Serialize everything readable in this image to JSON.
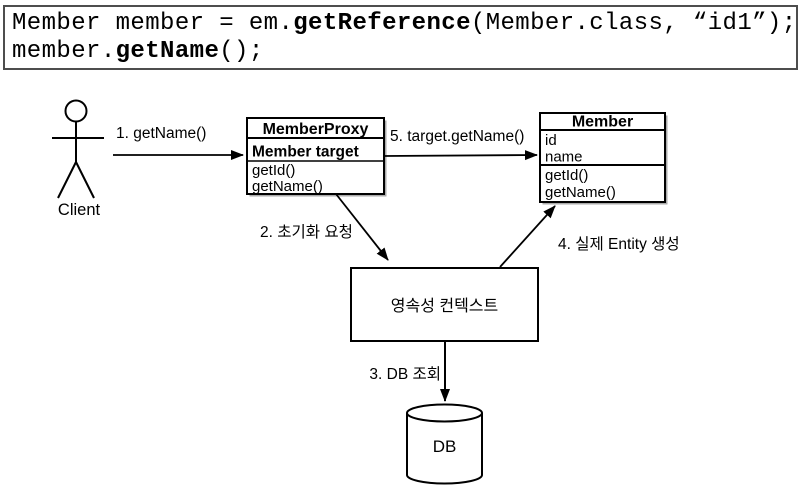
{
  "code": {
    "line1_pre": "Member member = em.",
    "line1_bold": "getReference",
    "line1_post": "(Member.class, “id1”);",
    "line2_pre": "member.",
    "line2_bold": "getName",
    "line2_post": "();"
  },
  "diagram": {
    "actor": {
      "label": "Client"
    },
    "arrows": {
      "step1": "1. getName()",
      "step2": "2. 초기화 요청",
      "step3": "3. DB 조회",
      "step4": "4. 실제 Entity 생성",
      "step5": "5. target.getName()"
    },
    "member_proxy": {
      "title": "MemberProxy",
      "field": "Member target",
      "methods": [
        "getId()",
        "getName()"
      ]
    },
    "member": {
      "title": "Member",
      "attributes": [
        "id",
        "name"
      ],
      "methods": [
        "getId()",
        "getName()"
      ]
    },
    "persistence_context": {
      "label": "영속성 컨텍스트"
    },
    "db": {
      "label": "DB"
    },
    "colors": {
      "stroke": "#000000",
      "background": "#ffffff",
      "code_border": "#4d4d4d",
      "shadow": "#aaaaaa"
    }
  }
}
